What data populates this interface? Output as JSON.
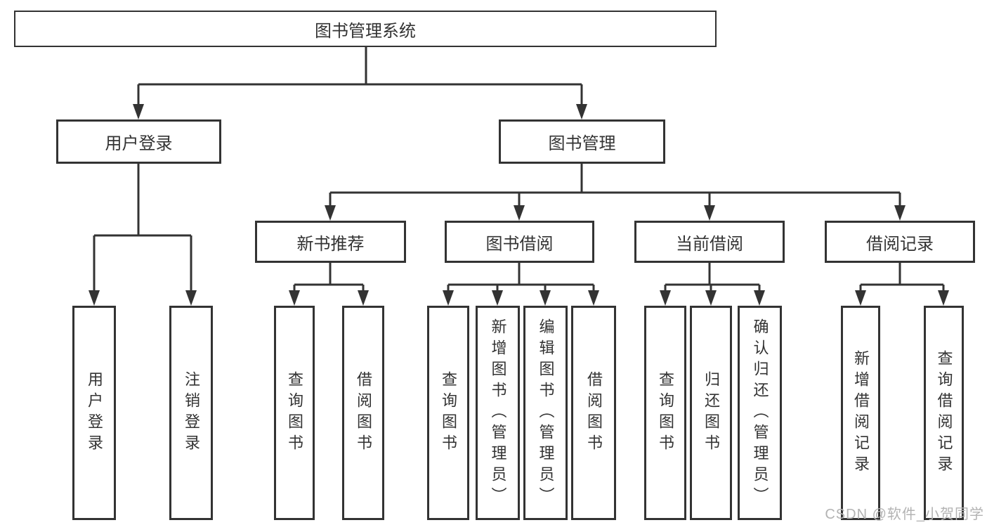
{
  "nodes": {
    "root": "图书管理系统",
    "user_login": "用户登录",
    "book_mgmt": "图书管理",
    "new_book_rec": "新书推荐",
    "book_borrow": "图书借阅",
    "current_borrow": "当前借阅",
    "borrow_records": "借阅记录",
    "leaf_user_login": "用户登录",
    "leaf_logout": "注销登录",
    "leaf_query_books_newrec": "查询图书",
    "leaf_borrow_books_newrec": "借阅图书",
    "leaf_query_books_borrow": "查询图书",
    "leaf_add_books_admin": "新增图书（管理员）",
    "leaf_edit_books_admin": "编辑图书（管理员）",
    "leaf_borrow_books_borrow": "借阅图书",
    "leaf_query_books_current": "查询图书",
    "leaf_return_books": "归还图书",
    "leaf_confirm_return_admin": "确认归还（管理员）",
    "leaf_add_borrow_record": "新增借阅记录",
    "leaf_query_borrow_record": "查询借阅记录"
  },
  "watermark": "CSDN @软件_小贺同学",
  "colors": {
    "line": "#333333",
    "text": "#333333",
    "watermark": "#b3b3b3",
    "background": "#ffffff"
  }
}
